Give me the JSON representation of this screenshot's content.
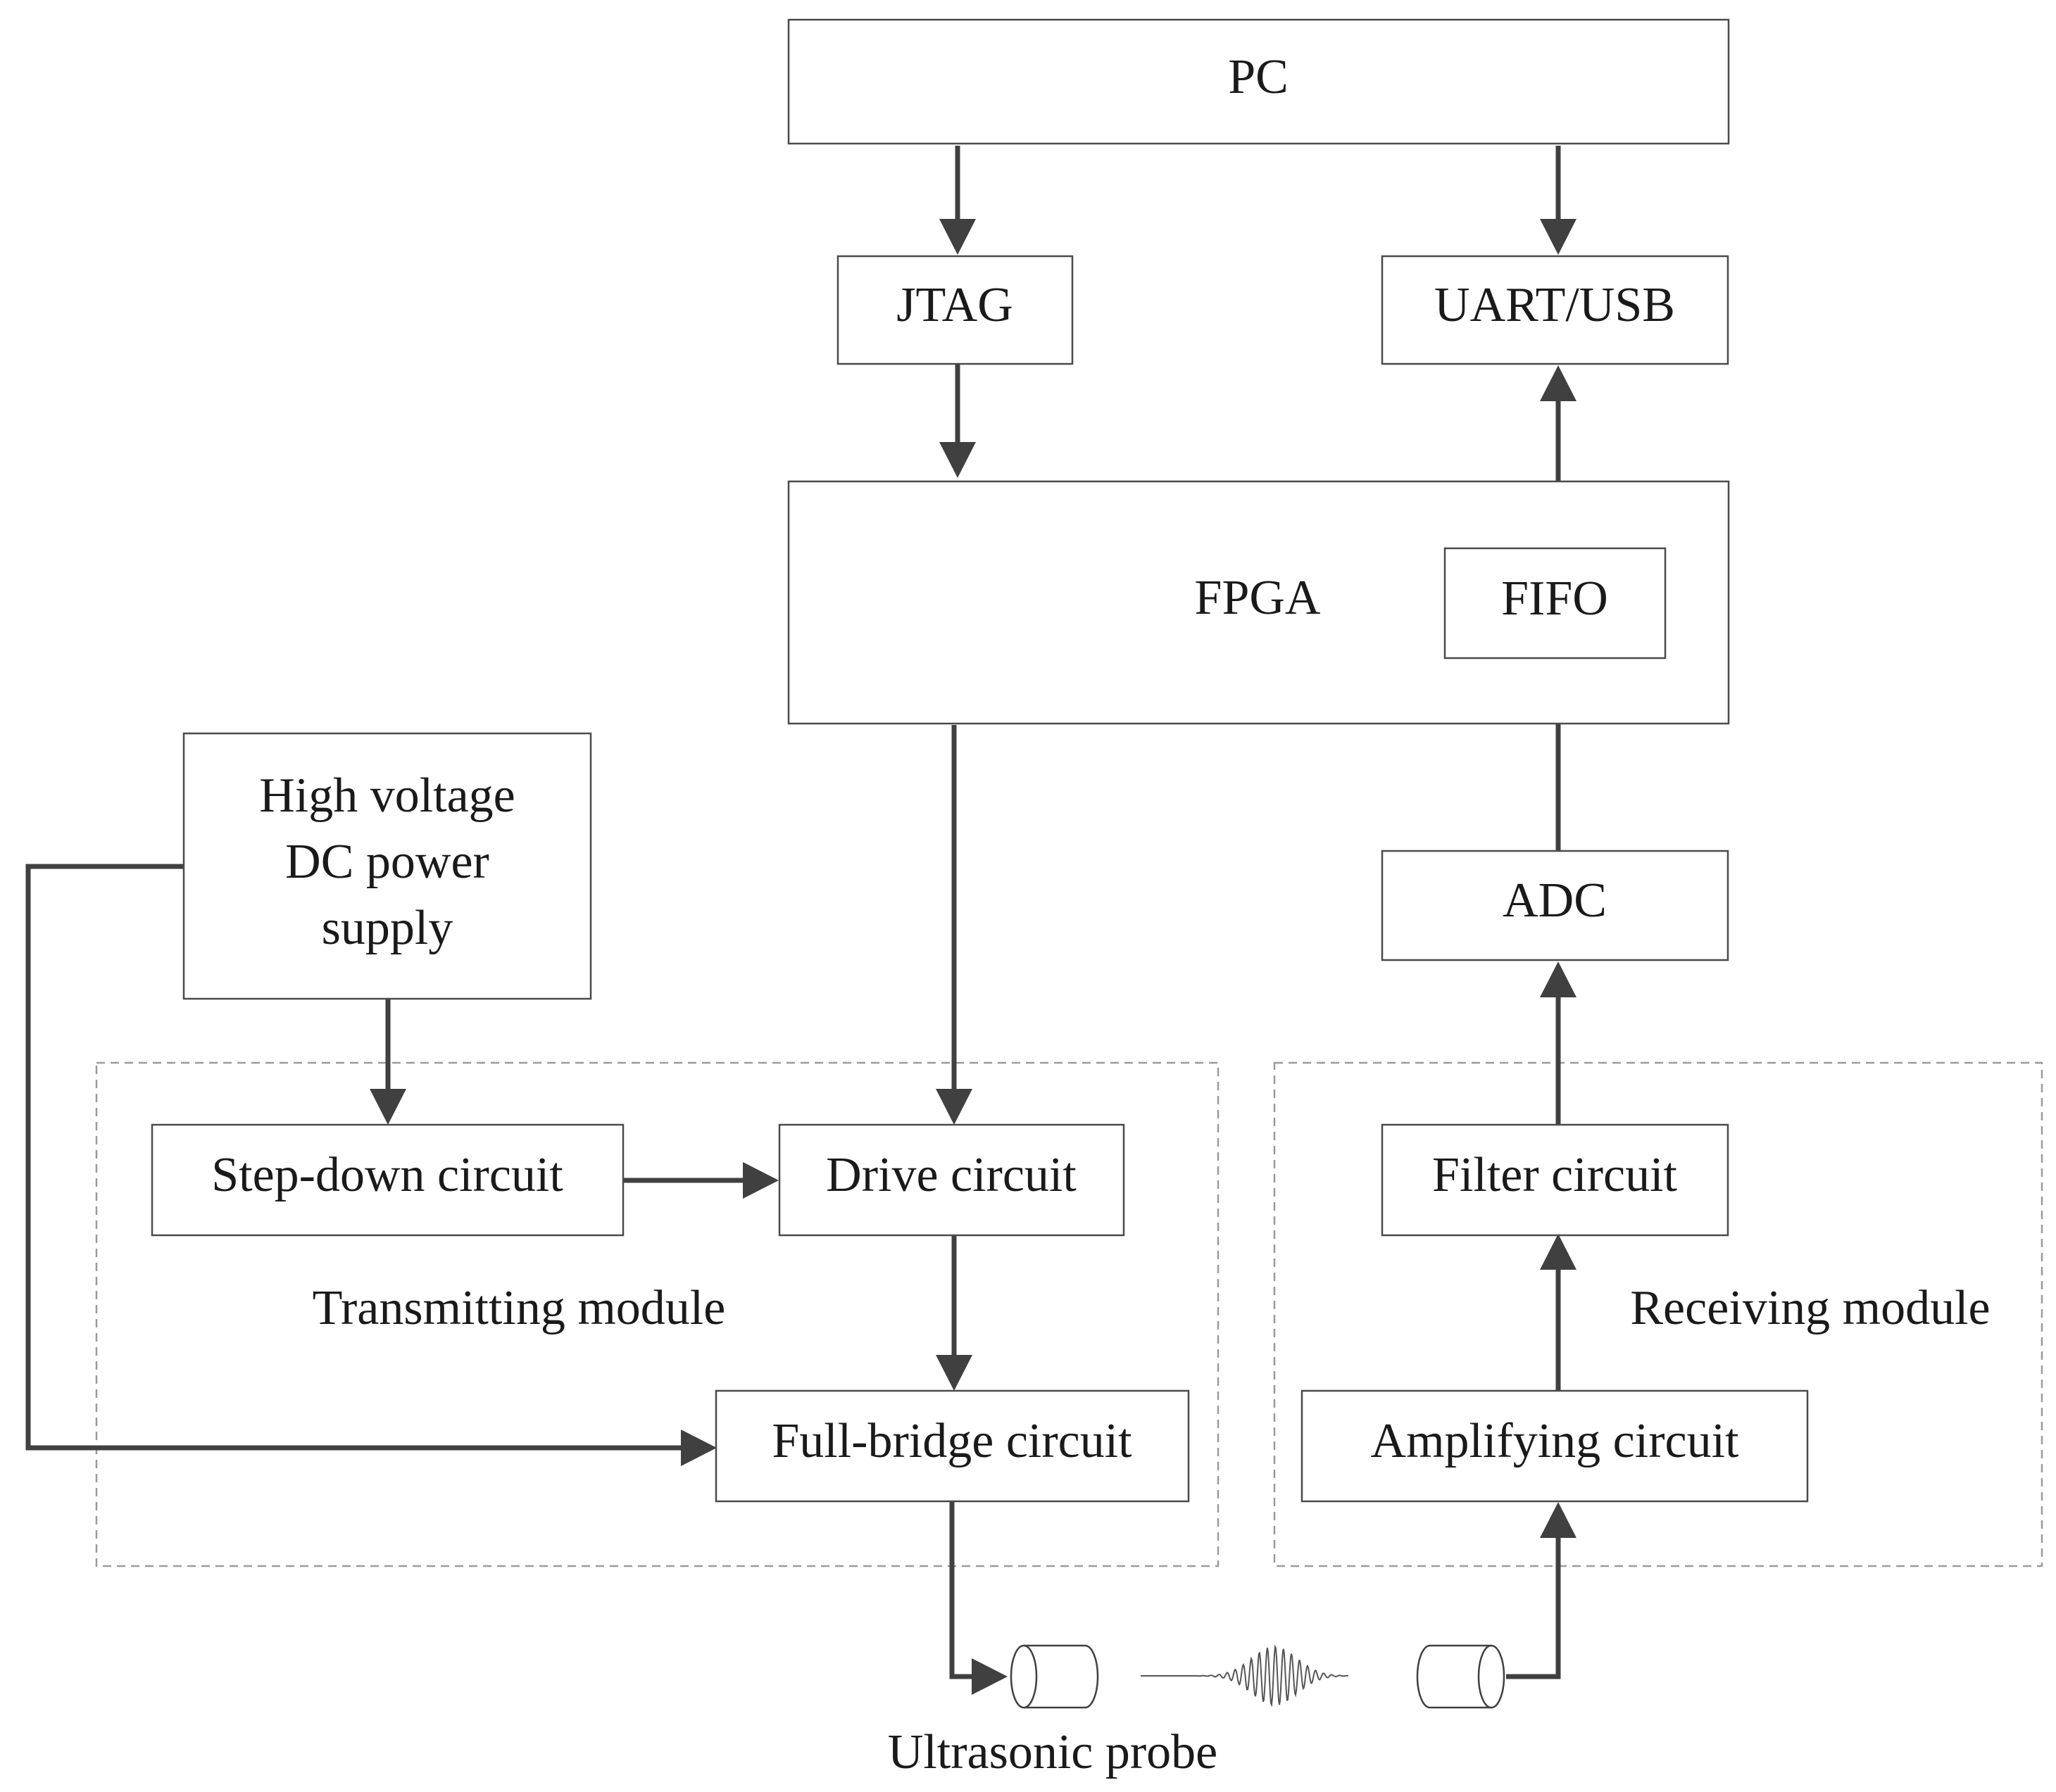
{
  "diagram": {
    "blocks": {
      "pc": "PC",
      "jtag": "JTAG",
      "uart_usb": "UART/USB",
      "fpga": "FPGA",
      "fifo": "FIFO",
      "hv_power": [
        "High voltage",
        "DC power",
        "supply"
      ],
      "adc": "ADC",
      "step_down": "Step-down circuit",
      "drive": "Drive circuit",
      "filter": "Filter circuit",
      "full_bridge": "Full-bridge circuit",
      "amplifying": "Amplifying circuit"
    },
    "modules": {
      "transmitting": "Transmitting module",
      "receiving": "Receiving module"
    },
    "probe_label": "Ultrasonic probe",
    "colors": {
      "arrow": "#404040",
      "box_border": "#4a4a4a",
      "module_border": "#9a9a9a"
    }
  }
}
